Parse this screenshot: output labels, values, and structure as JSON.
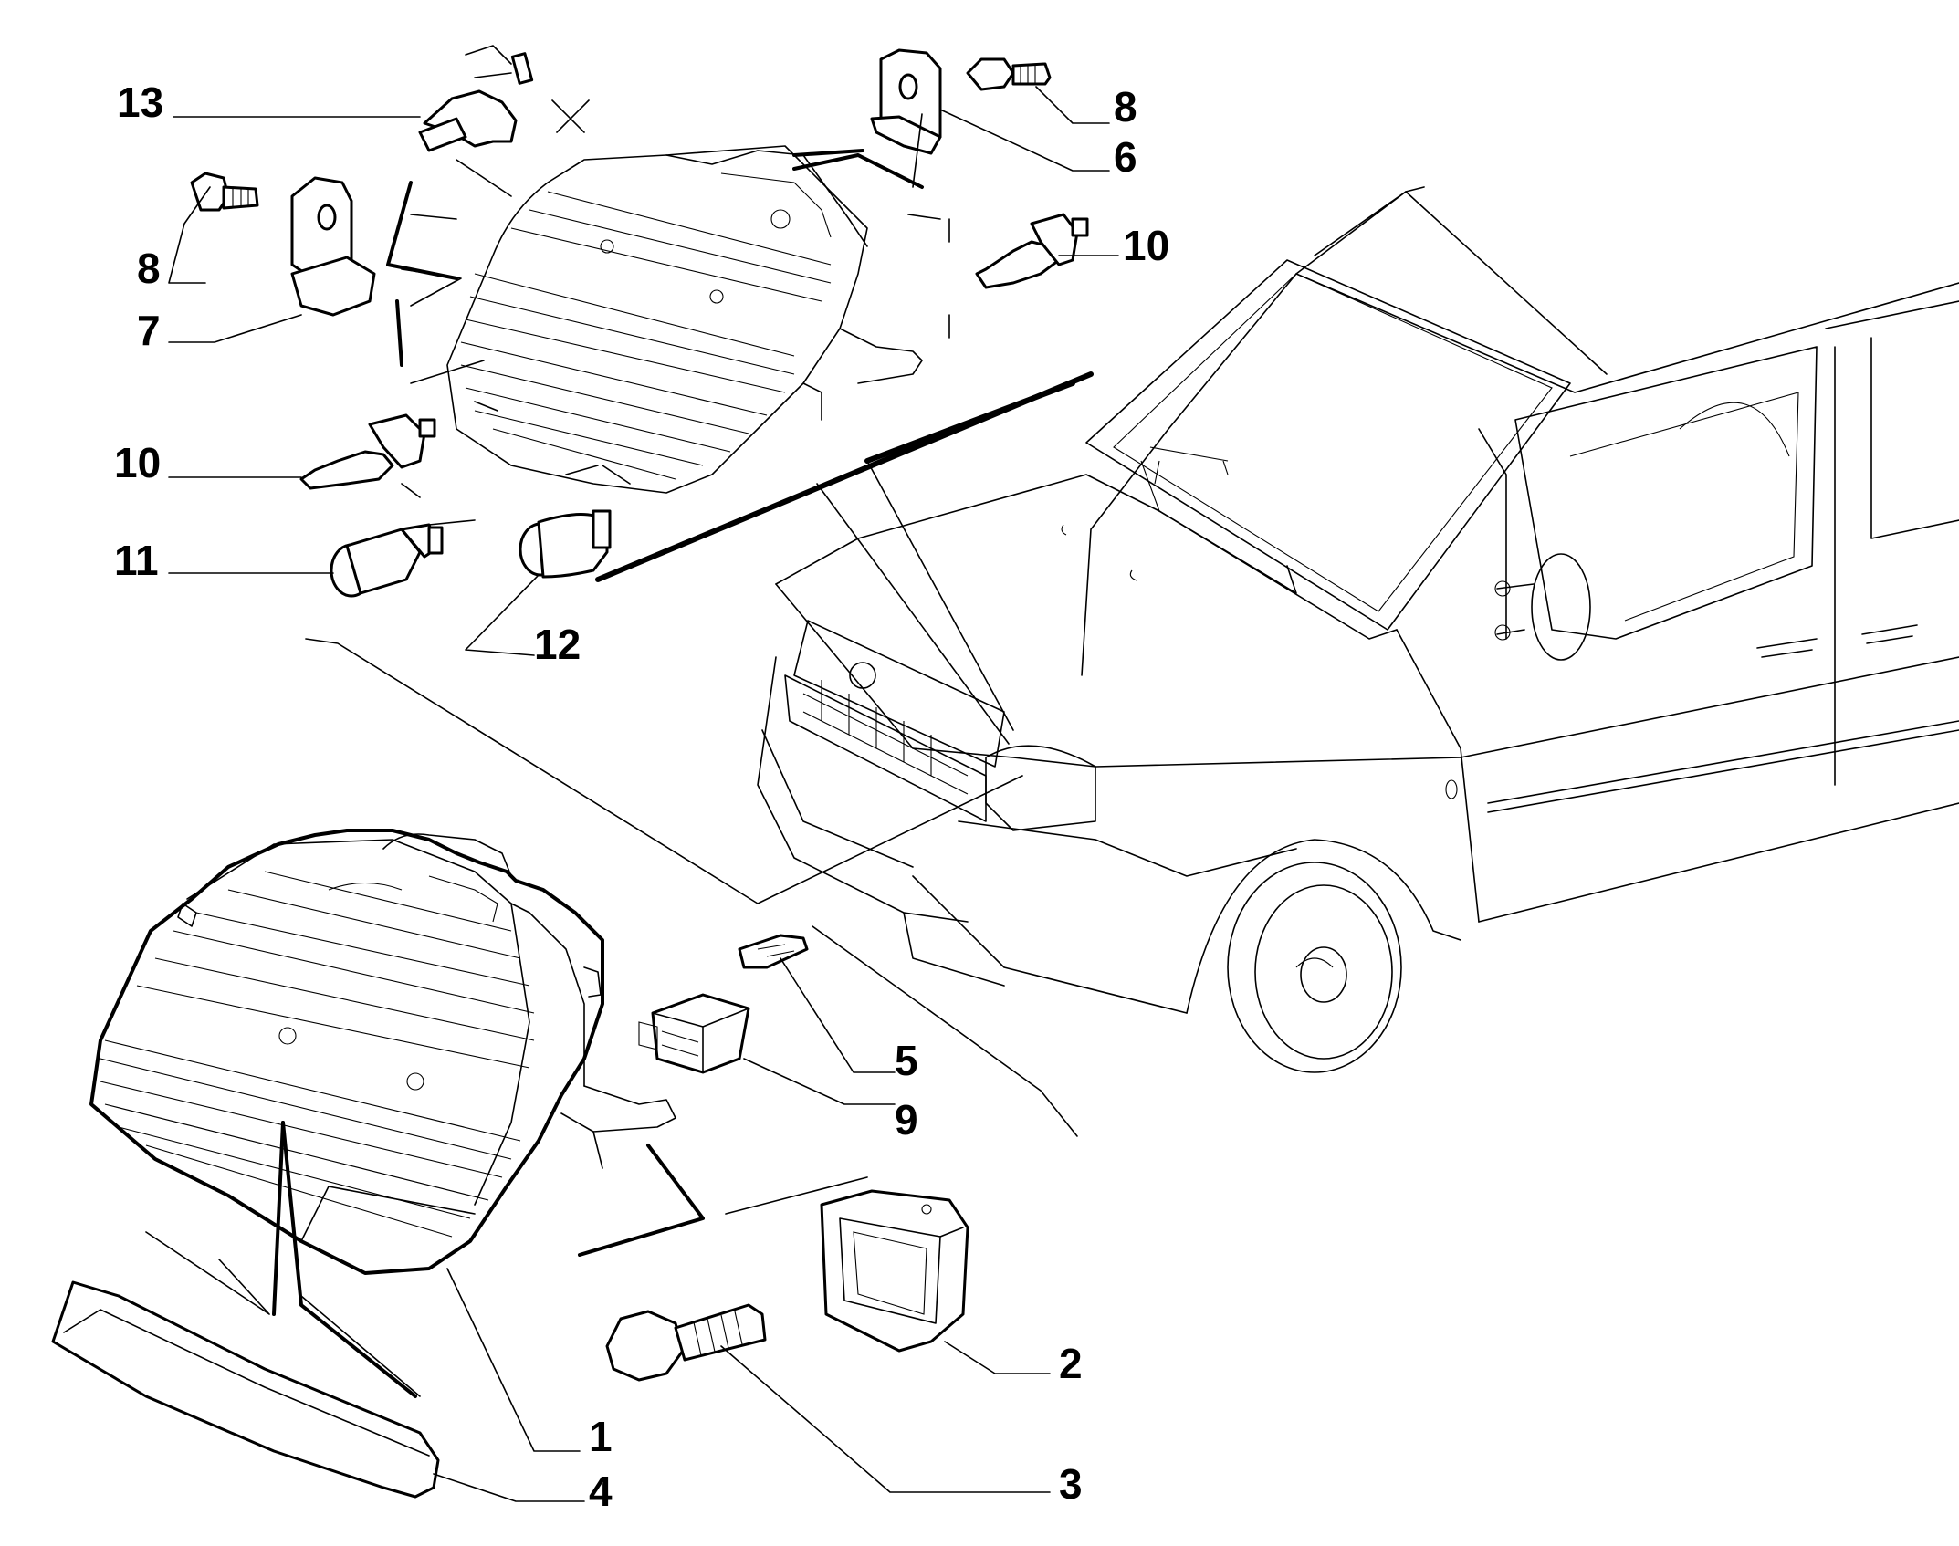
{
  "diagram": {
    "callouts": [
      {
        "id": "1",
        "text": "1"
      },
      {
        "id": "2",
        "text": "2"
      },
      {
        "id": "3",
        "text": "3"
      },
      {
        "id": "4",
        "text": "4"
      },
      {
        "id": "5",
        "text": "5"
      },
      {
        "id": "6",
        "text": "6"
      },
      {
        "id": "7",
        "text": "7"
      },
      {
        "id": "8a",
        "text": "8"
      },
      {
        "id": "8b",
        "text": "8"
      },
      {
        "id": "9",
        "text": "9"
      },
      {
        "id": "10a",
        "text": "10"
      },
      {
        "id": "10b",
        "text": "10"
      },
      {
        "id": "11",
        "text": "11"
      },
      {
        "id": "12",
        "text": "12"
      },
      {
        "id": "13",
        "text": "13"
      }
    ]
  }
}
